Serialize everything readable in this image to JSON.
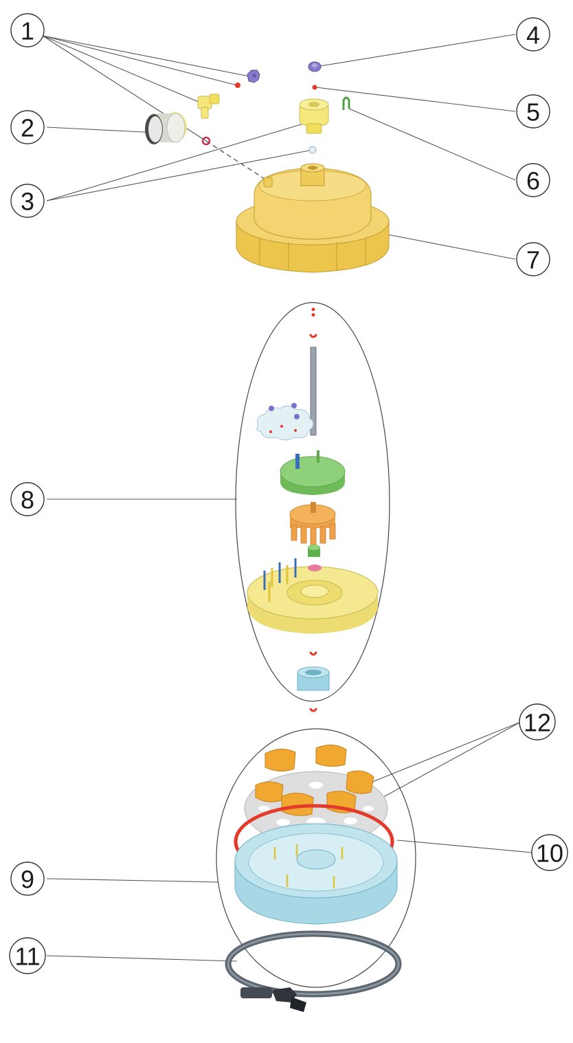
{
  "callouts": [
    {
      "id": "1",
      "label": "1"
    },
    {
      "id": "2",
      "label": "2"
    },
    {
      "id": "3",
      "label": "3"
    },
    {
      "id": "4",
      "label": "4"
    },
    {
      "id": "5",
      "label": "5"
    },
    {
      "id": "6",
      "label": "6"
    },
    {
      "id": "7",
      "label": "7"
    },
    {
      "id": "8",
      "label": "8"
    },
    {
      "id": "9",
      "label": "9"
    },
    {
      "id": "10",
      "label": "10"
    },
    {
      "id": "11",
      "label": "11"
    },
    {
      "id": "12",
      "label": "12"
    }
  ],
  "colors": {
    "lid_yellow": "#f2d470",
    "bright_yellow": "#f5e77a",
    "cream_yellow": "#f4e891",
    "green": "#8fd07a",
    "orange": "#f4b25b",
    "light_blue": "#bfe4ee",
    "gray_plate": "#dedede",
    "red_seal": "#e33a2a",
    "purple": "#8a7acb",
    "clamp_gray": "#5b6670"
  },
  "icons": [
    "pressure-gauge-icon",
    "clamp-icon"
  ]
}
